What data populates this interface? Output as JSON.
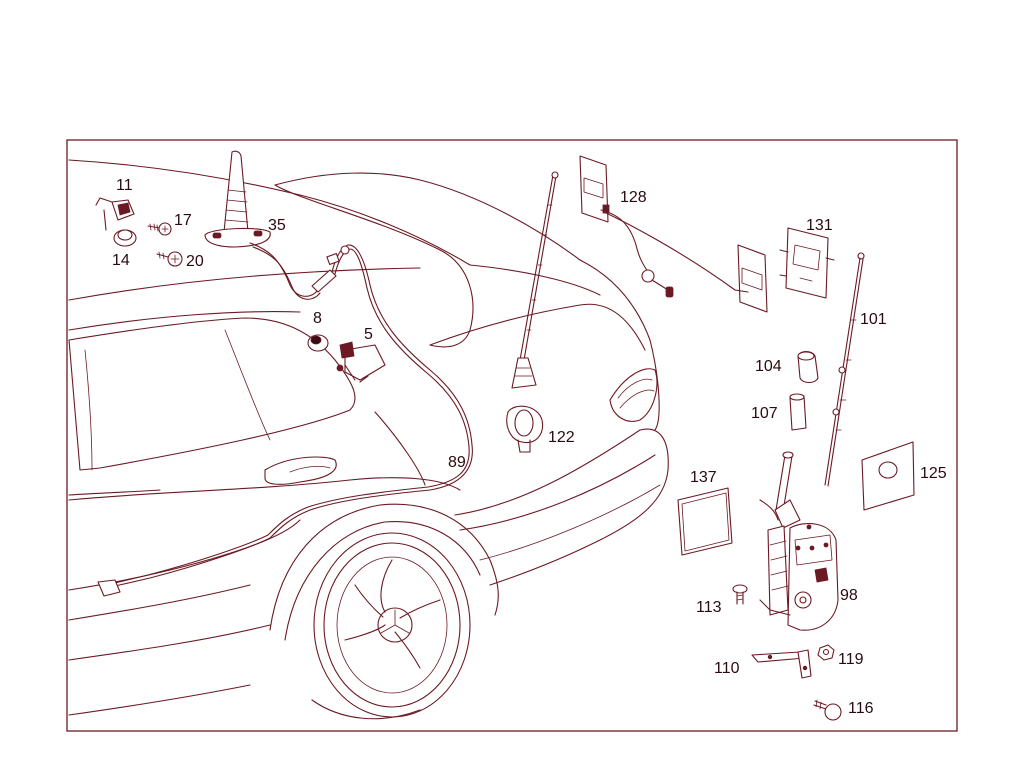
{
  "diagram": {
    "labels": {
      "p11": "11",
      "p17": "17",
      "p14": "14",
      "p20": "20",
      "p35": "35",
      "p8": "8",
      "p5": "5",
      "p89": "89",
      "p122": "122",
      "p128": "128",
      "p131": "131",
      "p101": "101",
      "p104": "104",
      "p107": "107",
      "p125": "125",
      "p137": "137",
      "p98": "98",
      "p113": "113",
      "p119": "119",
      "p110": "110",
      "p116": "116"
    }
  },
  "colors": {
    "ink": "#6b1a24",
    "background": "#ffffff"
  }
}
